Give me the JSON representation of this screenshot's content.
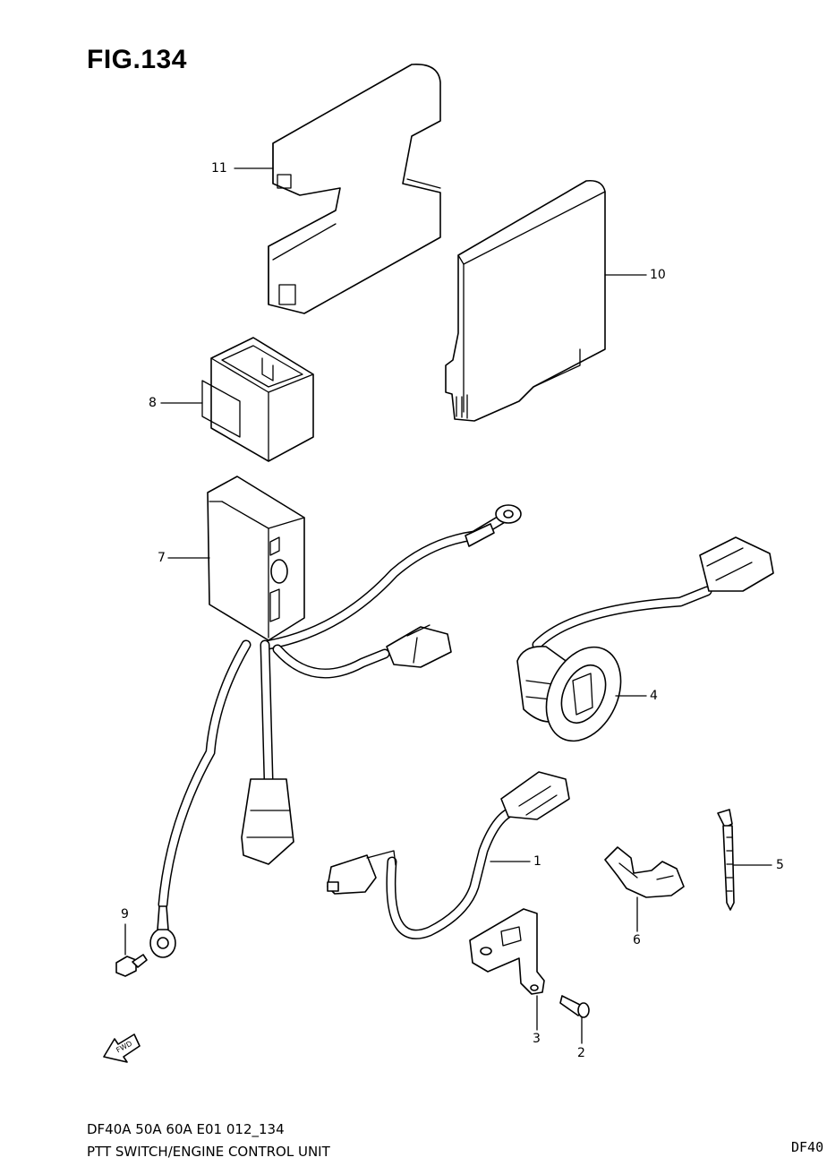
{
  "figure": {
    "title": "FIG.134"
  },
  "callouts": [
    {
      "id": "11",
      "label": "11"
    },
    {
      "id": "10",
      "label": "10"
    },
    {
      "id": "8",
      "label": "8"
    },
    {
      "id": "7",
      "label": "7"
    },
    {
      "id": "4",
      "label": "4"
    },
    {
      "id": "1",
      "label": "1"
    },
    {
      "id": "5",
      "label": "5"
    },
    {
      "id": "6",
      "label": "6"
    },
    {
      "id": "9",
      "label": "9"
    },
    {
      "id": "3",
      "label": "3"
    },
    {
      "id": "2",
      "label": "2"
    }
  ],
  "footer": {
    "code": "DF40A 50A 60A E01 012_134",
    "title": "PTT SWITCH/ENGINE CONTROL UNIT",
    "model_tag": "DF40"
  },
  "icons": {
    "direction": "fwd-arrow-icon"
  }
}
